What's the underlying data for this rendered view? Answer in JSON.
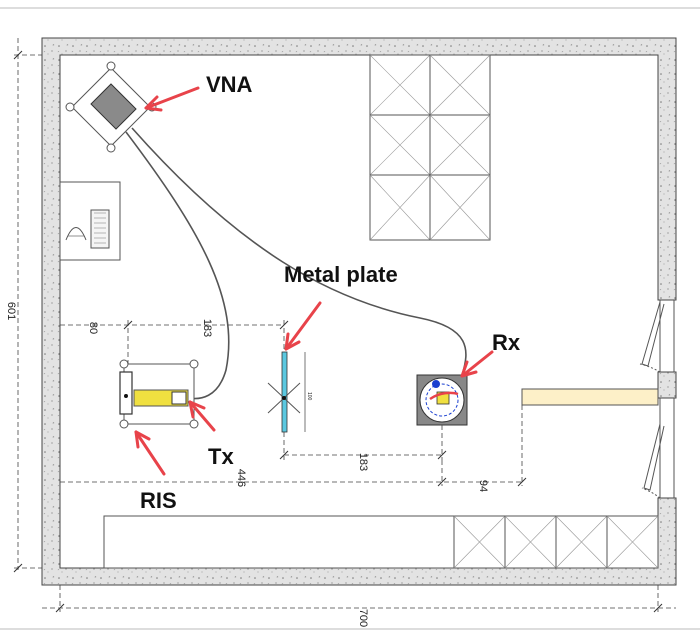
{
  "labels": {
    "vna": "VNA",
    "metal_plate": "Metal plate",
    "rx": "Rx",
    "tx": "Tx",
    "ris": "RIS"
  },
  "dimensions": {
    "room_width": "700",
    "room_depth": "601",
    "ris_offset": "80",
    "ris_to_plate": "183",
    "plate_to_rx": "183",
    "ris_to_rx_total": "446",
    "rx_to_cabinet": "94",
    "plate_width": "100"
  },
  "colors": {
    "arrow": "#e8434a",
    "wall_fill": "#e2e2e2",
    "tx_device": "#f0e040",
    "metal_plate": "#5bc8e0",
    "cabinet": "#fdf0c8",
    "rx_marker": "#1a3fd0",
    "vna_body": "#8a8a8a"
  }
}
